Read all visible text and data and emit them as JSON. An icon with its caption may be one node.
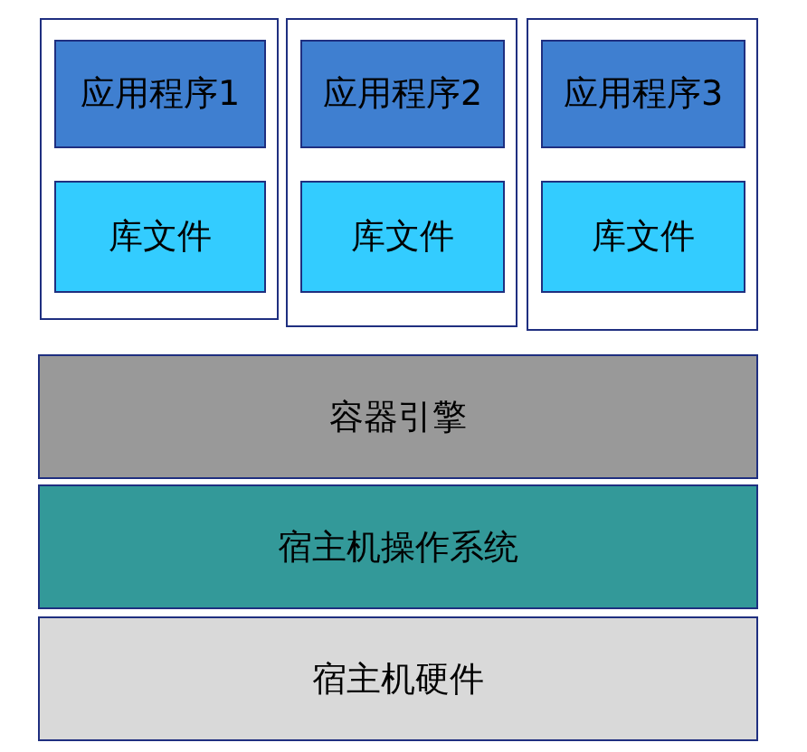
{
  "diagram": {
    "nodes": [
      {
        "text": [],
        "shape": "box"
      },
      {
        "text": [
          "应用程序1"
        ],
        "in": 0
      },
      {
        "text": [
          "库文件"
        ],
        "in": 0
      },
      {
        "text": [],
        "shape": "box"
      },
      {
        "text": [
          "应用程序2"
        ],
        "in": 3
      },
      {
        "text": [
          "库文件"
        ],
        "in": 3
      },
      {
        "text": [],
        "shape": "box"
      },
      {
        "text": [
          "应用程序3"
        ],
        "in": 6
      },
      {
        "text": [
          "库文件"
        ],
        "in": 6
      },
      {
        "text": [
          "容器引擎"
        ]
      },
      {
        "text": [
          "宿主机操作系统"
        ]
      },
      {
        "text": [
          "宿主机硬件"
        ]
      }
    ]
  }
}
